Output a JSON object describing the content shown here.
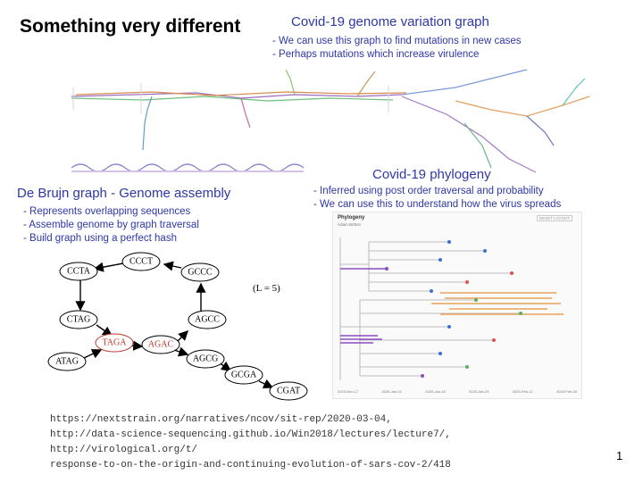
{
  "slide": {
    "title": "Something very different",
    "page_number": "1"
  },
  "variation": {
    "heading": "Covid-19 genome variation graph",
    "bullets": [
      "- We can use this graph to find mutations in new cases",
      "- Perhaps mutations which increase virulence"
    ]
  },
  "phylogeny": {
    "heading": "Covid-19 phylogeny",
    "bullets": [
      "- Inferred using post order traversal and probability",
      "- We can use this to understand how the virus spreads"
    ],
    "panel_title": "Phylogeny",
    "panel_subtitle": "Adam Britton",
    "reset_label": "RESET LAYOUT",
    "axis_dates": [
      "2019-Dec-17",
      "2020-Jan-01",
      "2020-Jan-15",
      "2020-Jan-29",
      "2020-Feb-12",
      "2020-Feb-26"
    ]
  },
  "debruijn": {
    "heading_part1": "De Brujn graph",
    "heading_sep": " - ",
    "heading_part2": "Genome assembly",
    "bullets": [
      "- Represents overlapping sequences",
      "- Assemble genome by graph traversal",
      "- Build graph using a perfect hash"
    ],
    "param_label": "(L = 5)",
    "nodes": [
      "CCCT",
      "CCTA",
      "GCCC",
      "CTAG",
      "AGCC",
      "TAGA",
      "AGAC",
      "ATAG",
      "AGCG",
      "GCGA",
      "CGAT"
    ]
  },
  "references": [
    "https://nextstrain.org/narratives/ncov/sit-rep/2020-03-04,",
    "http://data-science-sequencing.github.io/Win2018/lectures/lecture7/,",
    "http://virological.org/t/",
    "response-to-on-the-origin-and-continuing-evolution-of-sars-cov-2/418"
  ],
  "colors": {
    "heading_blue": "#2e37a6",
    "highlight_red": "#c0392b"
  }
}
